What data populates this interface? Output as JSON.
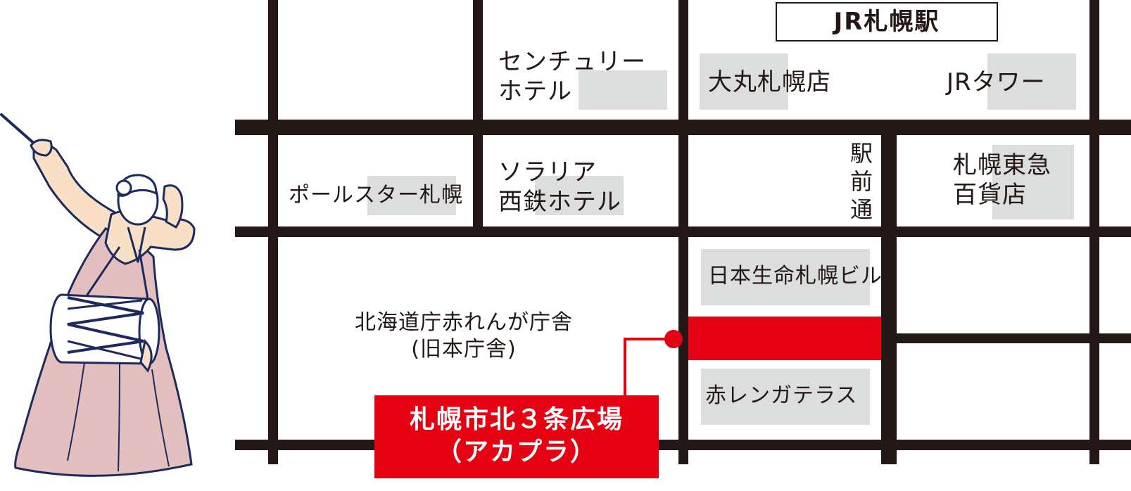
{
  "map": {
    "station": "JR札幌駅",
    "street_label": [
      "駅",
      "前",
      "通"
    ],
    "buildings": {
      "century_hotel": [
        "センチュリー",
        "ホテル"
      ],
      "daimaru": "大丸札幌店",
      "jr_tower": "JRタワー",
      "polestar": "ポールスター札幌",
      "solaria": [
        "ソラリア",
        "西鉄ホテル"
      ],
      "tokyu": [
        "札幌東急",
        "百貨店"
      ],
      "nihon_seimei": "日本生命札幌ビル",
      "akarenga_chosha": [
        "北海道庁赤れんが庁舎",
        "(旧本庁舎)"
      ],
      "akarenga_terrace": "赤レンガテラス"
    },
    "venue": [
      "札幌市北３条広場",
      "（アカプラ）"
    ]
  },
  "colors": {
    "road": "#231815",
    "highlight": "#e50012",
    "building_fill": "#dcdddd",
    "mascot_navy": "#1d2a5e",
    "mascot_skirt": "#e3bfc0",
    "mascot_top": "#f9dfc5"
  },
  "icons": {
    "mascot": "drummer-mascot-icon",
    "venue_marker": "location-dot-icon"
  }
}
